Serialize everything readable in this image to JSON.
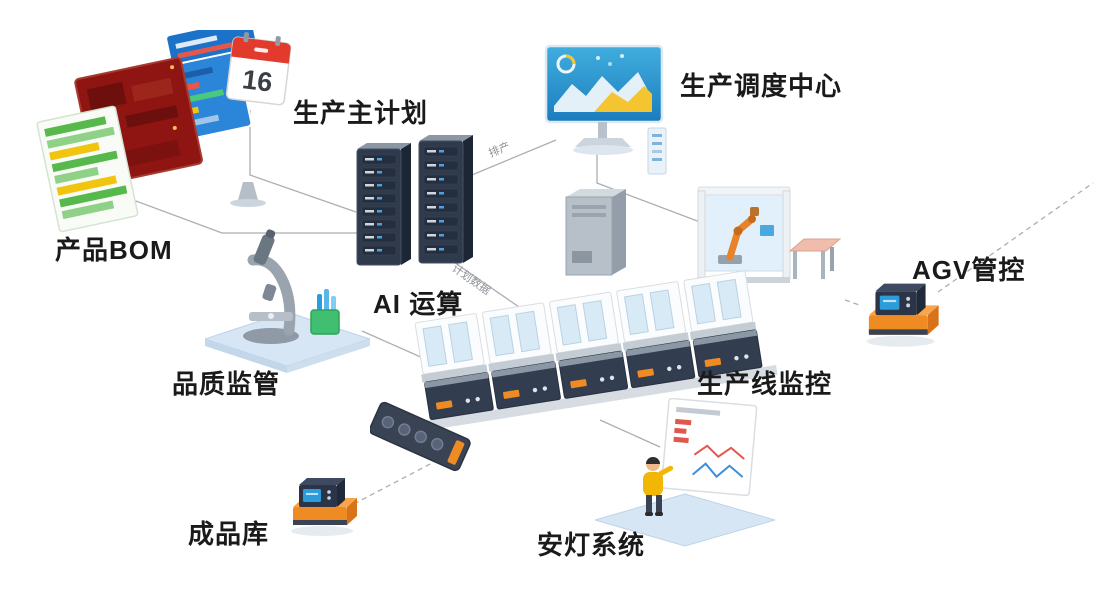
{
  "diagram": {
    "nodes": {
      "product_bom": {
        "label": "产品BOM"
      },
      "master_plan": {
        "label": "生产主计划",
        "calendar_day": "16"
      },
      "dispatch_center": {
        "label": "生产调度中心"
      },
      "ai_compute": {
        "label": "AI 运算"
      },
      "agv_control": {
        "label": "AGV管控"
      },
      "quality": {
        "label": "品质监管"
      },
      "line_monitor": {
        "label": "生产线监控"
      },
      "finished_goods": {
        "label": "成品库"
      },
      "andon": {
        "label": "安灯系统"
      }
    },
    "edges": {
      "dispatch_label": "排产",
      "plan_label": "计划数据"
    },
    "colors": {
      "label_text": "#1a1a1a",
      "connector": "#abaeb3",
      "accent_orange": "#ef8b23",
      "server_navy": "#2f3a4c",
      "screen_blue": "#2d9cdb",
      "platform_blue": "#d7e6f4",
      "calendar_red": "#e23b2e"
    }
  }
}
